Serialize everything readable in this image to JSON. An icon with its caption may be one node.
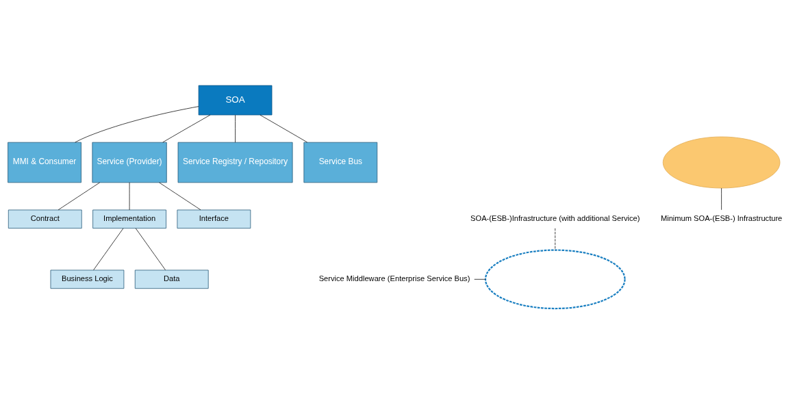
{
  "diagram": {
    "nodes": [
      {
        "text": [
          "SOA"
        ]
      },
      {
        "text": [
          "MMI & Consumer"
        ]
      },
      {
        "text": [
          "Service (Provider)"
        ]
      },
      {
        "text": [
          "Service Registry / Repository"
        ]
      },
      {
        "text": [
          "Service Bus"
        ]
      },
      {
        "text": [
          "Contract"
        ]
      },
      {
        "text": [
          "Implementation"
        ]
      },
      {
        "text": [
          "Interface"
        ]
      },
      {
        "text": [
          "Business Logic"
        ]
      },
      {
        "text": [
          "Data"
        ]
      },
      {
        "text": [],
        "shape": "ellipse"
      },
      {
        "text": [],
        "shape": "ellipse"
      },
      {
        "text": [
          "Service Middleware (Enterprise Service Bus)"
        ]
      },
      {
        "text": [
          "Minimum SOA-(ESB-) Infrastructure"
        ]
      },
      {
        "text": [
          "SOA-(ESB-)Infrastructure (with additional Service)"
        ]
      }
    ],
    "edges": [
      {
        "from": 0,
        "to": 1,
        "arrow": "none"
      },
      {
        "from": 0,
        "to": 2,
        "arrow": "none"
      },
      {
        "from": 0,
        "to": 3,
        "arrow": "none"
      },
      {
        "from": 0,
        "to": 4,
        "arrow": "none"
      },
      {
        "from": 2,
        "to": 5,
        "arrow": "none"
      },
      {
        "from": 2,
        "to": 6,
        "arrow": "none"
      },
      {
        "from": 2,
        "to": 7,
        "arrow": "none"
      },
      {
        "from": 6,
        "to": 8,
        "arrow": "none"
      },
      {
        "from": 6,
        "to": 9,
        "arrow": "none"
      },
      {
        "from": 12,
        "to": 11,
        "arrow": "none"
      },
      {
        "from": 13,
        "to": 10,
        "arrow": "none"
      },
      {
        "from": 14,
        "to": 11,
        "arrow": "none",
        "style": "dashed"
      }
    ]
  }
}
